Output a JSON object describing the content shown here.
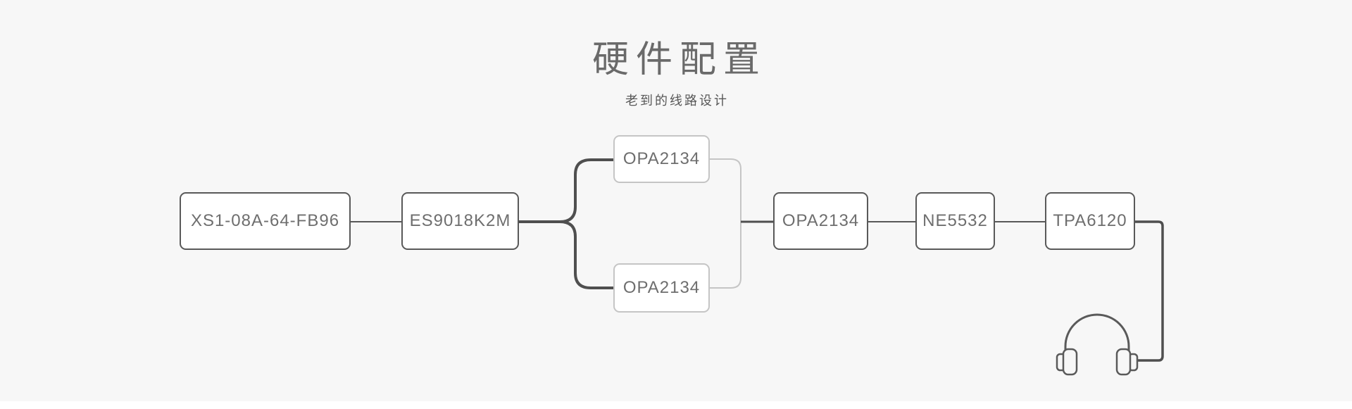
{
  "header": {
    "title": "硬件配置",
    "subtitle": "老到的线路设计"
  },
  "diagram": {
    "nodes": [
      {
        "id": "source",
        "label": "XS1-08A-64-FB96",
        "style": "dark"
      },
      {
        "id": "dac",
        "label": "ES9018K2M",
        "style": "dark"
      },
      {
        "id": "opamp-top",
        "label": "OPA2134",
        "style": "light"
      },
      {
        "id": "opamp-bottom",
        "label": "OPA2134",
        "style": "light"
      },
      {
        "id": "opamp-buffer",
        "label": "OPA2134",
        "style": "dark"
      },
      {
        "id": "amp",
        "label": "NE5532",
        "style": "dark"
      },
      {
        "id": "headphone-amp",
        "label": "TPA6120",
        "style": "dark"
      }
    ],
    "edges": [
      {
        "from": "source",
        "to": "dac"
      },
      {
        "from": "dac",
        "to": "opamp-top"
      },
      {
        "from": "dac",
        "to": "opamp-bottom"
      },
      {
        "from": "opamp-top",
        "to": "opamp-buffer"
      },
      {
        "from": "opamp-bottom",
        "to": "opamp-buffer"
      },
      {
        "from": "opamp-buffer",
        "to": "amp"
      },
      {
        "from": "amp",
        "to": "headphone-amp"
      },
      {
        "from": "headphone-amp",
        "to": "headphones-output"
      }
    ],
    "output_icon": "headphones-icon",
    "colors": {
      "background": "#f7f7f7",
      "node_fill": "#ffffff",
      "node_border_dark": "#595959",
      "node_border_light": "#c5c5c5",
      "connector_dark": "#555555",
      "connector_light": "#c5c5c5",
      "node_text": "#6e6e6e",
      "title_text": "#6a6a6a",
      "subtitle_text": "#585858"
    }
  }
}
